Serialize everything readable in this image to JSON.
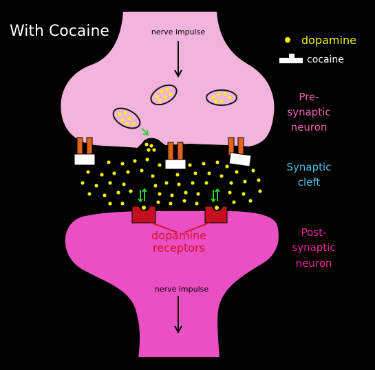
{
  "title": "With Cocaine",
  "legend": {
    "dopamine_label": "dopamine",
    "cocaine_label": "cocaine"
  },
  "labels": {
    "nerve_impulse_top": "nerve impulse",
    "nerve_impulse_bottom": "nerve impulse",
    "pre_line1": "Pre-",
    "pre_line2": "synaptic",
    "pre_line3": "neuron",
    "cleft_line1": "Synaptic",
    "cleft_line2": "cleft",
    "post_line1": "Post-",
    "post_line2": "synaptic",
    "post_line3": "neuron",
    "receptors_line1": "dopamine",
    "receptors_line2": "receptors"
  },
  "colors": {
    "background": "#000000",
    "presynaptic_fill": "#f2b3dd",
    "postsynaptic_fill": "#ea4fc4",
    "dopamine": "#f5f500",
    "cocaine": "#ffffff",
    "transporter": "#e2621b",
    "receptor": "#c21020",
    "pre_label": "#ef5fb8",
    "cleft_label": "#4fc3e8",
    "post_label": "#ee2a9c",
    "receptor_label": "#d8122a",
    "green_arrow": "#2fd22f"
  }
}
